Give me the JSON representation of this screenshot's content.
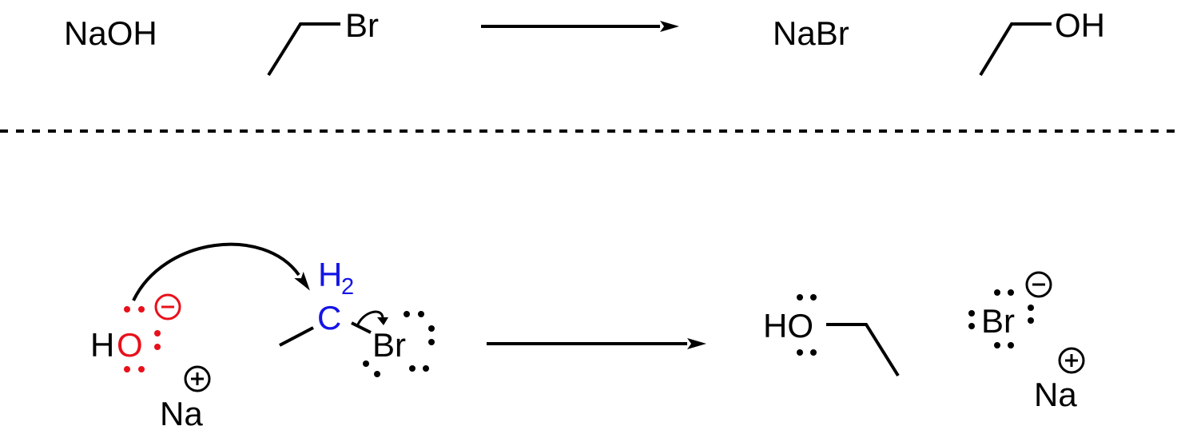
{
  "reaction": {
    "reagent": "NaOH",
    "substrate_halogen": "Br",
    "product_salt": "NaBr",
    "product_group": "OH"
  },
  "mechanism": {
    "hydroxide_h": "H",
    "hydroxide_o": "O",
    "sodium_left": "Na",
    "carbon": "C",
    "carbon_h": "H",
    "carbon_h_count": "2",
    "leaving_br": "Br",
    "ethanol_ho": "HO",
    "bromide_br": "Br",
    "sodium_right": "Na"
  },
  "colors": {
    "ink": "#000000",
    "oxygen": "#e8101a",
    "carbon": "#1414e6"
  }
}
